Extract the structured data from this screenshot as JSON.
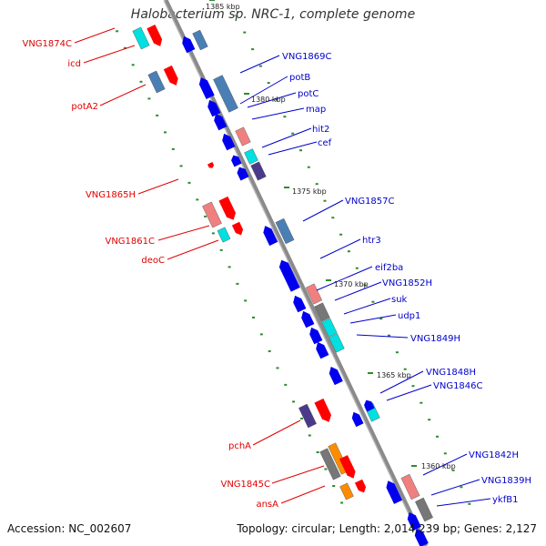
{
  "header": {
    "title": "Halobacterium sp. NRC-1, complete genome"
  },
  "footer": {
    "accession": "Accession: NC_002607",
    "topology": "Topology: circular; Length: 2,014,239 bp; Genes: 2,127"
  },
  "colors": {
    "backbone": "#8a8a8a",
    "red_label": "#e00000",
    "blue_label": "#0000cc",
    "tick": "#2e8b2e",
    "forward_gene": "#ff0000",
    "reverse_gene": "#0000ee",
    "feature_steel": "#4a7fb5",
    "feature_cyan": "#00e0e0",
    "feature_pink": "#f08080",
    "feature_purple": "#4b3a8c",
    "feature_orange": "#ff8c00",
    "feature_gray": "#777777"
  },
  "scale_labels": [
    "1385 kbp",
    "1380 kbp",
    "1375 kbp",
    "1370 kbp",
    "1365 kbp",
    "1360 kbp"
  ],
  "genes_left": [
    "VNG1874C",
    "icd",
    "potA2",
    "VNG1865H",
    "VNG1861C",
    "deoC",
    "pchA",
    "VNG1845C",
    "ansA"
  ],
  "genes_right": [
    "VNG1869C",
    "potB",
    "potC",
    "map",
    "hit2",
    "cef",
    "VNG1857C",
    "htr3",
    "eif2ba",
    "VNG1852H",
    "suk",
    "udp1",
    "VNG1849H",
    "VNG1848H",
    "VNG1846C",
    "VNG1842H",
    "VNG1839H",
    "ykfB1"
  ]
}
